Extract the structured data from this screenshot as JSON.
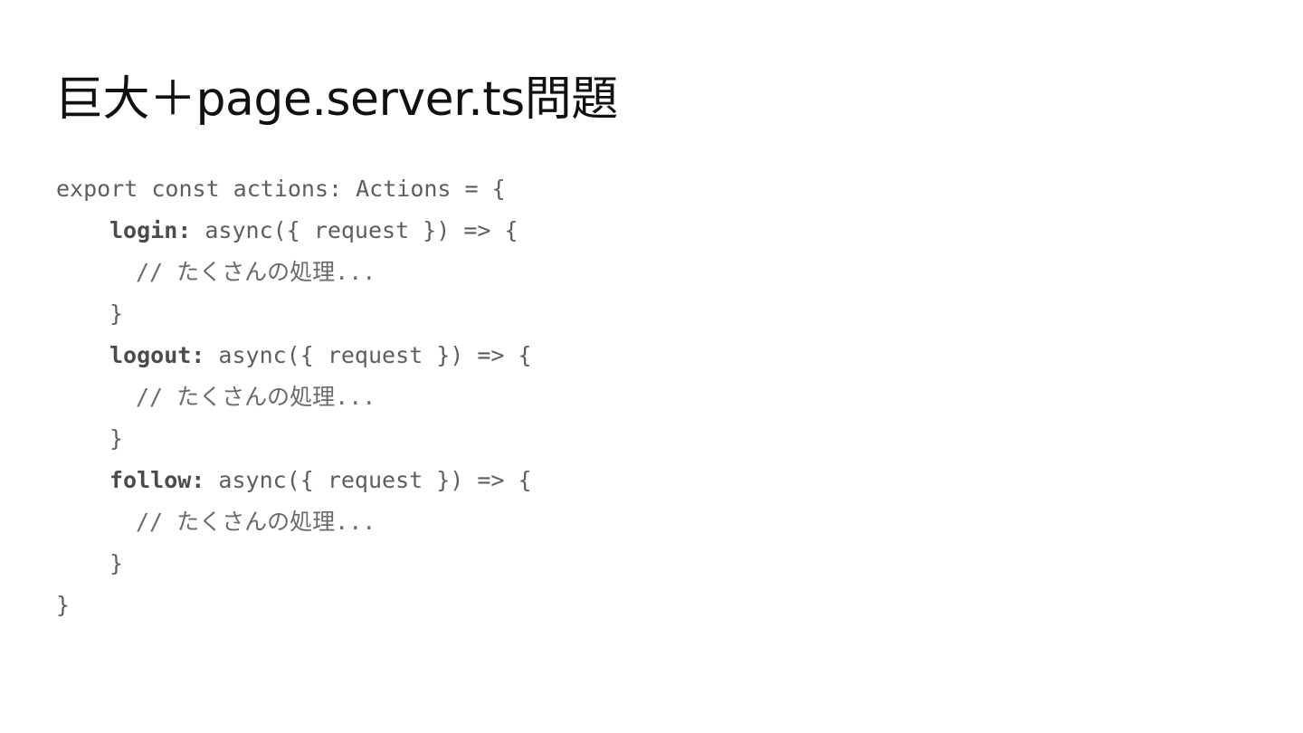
{
  "slide": {
    "title": "巨大＋page.server.ts問題",
    "background_color": "#ffffff",
    "title_color": "#111111",
    "code_color": "#5e5e5e",
    "keyword_color": "#4b4b4b",
    "comment_color": "#6a6a6a",
    "code": {
      "language": "typescript",
      "lines": [
        {
          "indent": 0,
          "text": "export const actions: Actions = {"
        },
        {
          "indent": 1,
          "keyword": "login:",
          "text": " async({ request }) => {"
        },
        {
          "indent": 2,
          "text": "// たくさんの処理...",
          "comment": true
        },
        {
          "indent": 1,
          "text": "}"
        },
        {
          "indent": 1,
          "keyword": "logout:",
          "text": " async({ request }) => {"
        },
        {
          "indent": 2,
          "text": "// たくさんの処理...",
          "comment": true
        },
        {
          "indent": 1,
          "text": "}"
        },
        {
          "indent": 1,
          "keyword": "follow:",
          "text": " async({ request }) => {"
        },
        {
          "indent": 2,
          "text": "// たくさんの処理...",
          "comment": true
        },
        {
          "indent": 1,
          "text": "}"
        },
        {
          "indent": 0,
          "text": "}"
        }
      ]
    }
  }
}
